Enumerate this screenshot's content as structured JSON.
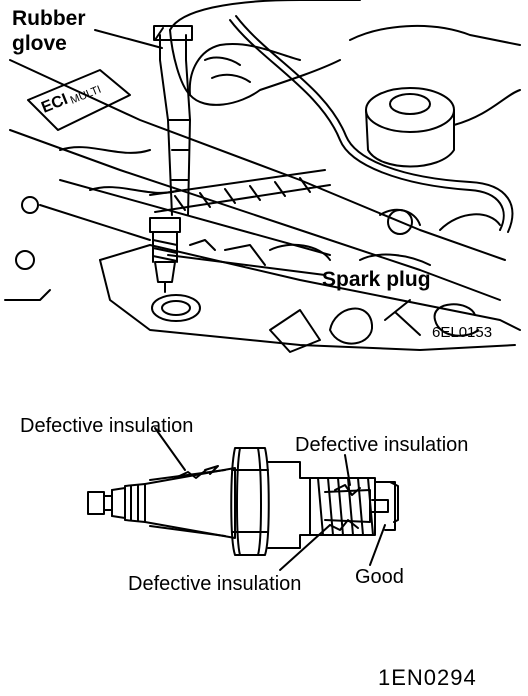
{
  "figure": {
    "top": {
      "rubber_glove": [
        "Rubber",
        "glove"
      ],
      "ecl_badge": "ECI",
      "multi_badge": "MULTI",
      "spark_plug": "Spark plug",
      "code": "6EL0153"
    },
    "bottom": {
      "defective_insulation_left": "Defective insulation",
      "defective_insulation_right": "Defective insulation",
      "defective_insulation_bottom": "Defective insulation",
      "good": "Good"
    },
    "figure_id": "1EN0294"
  }
}
